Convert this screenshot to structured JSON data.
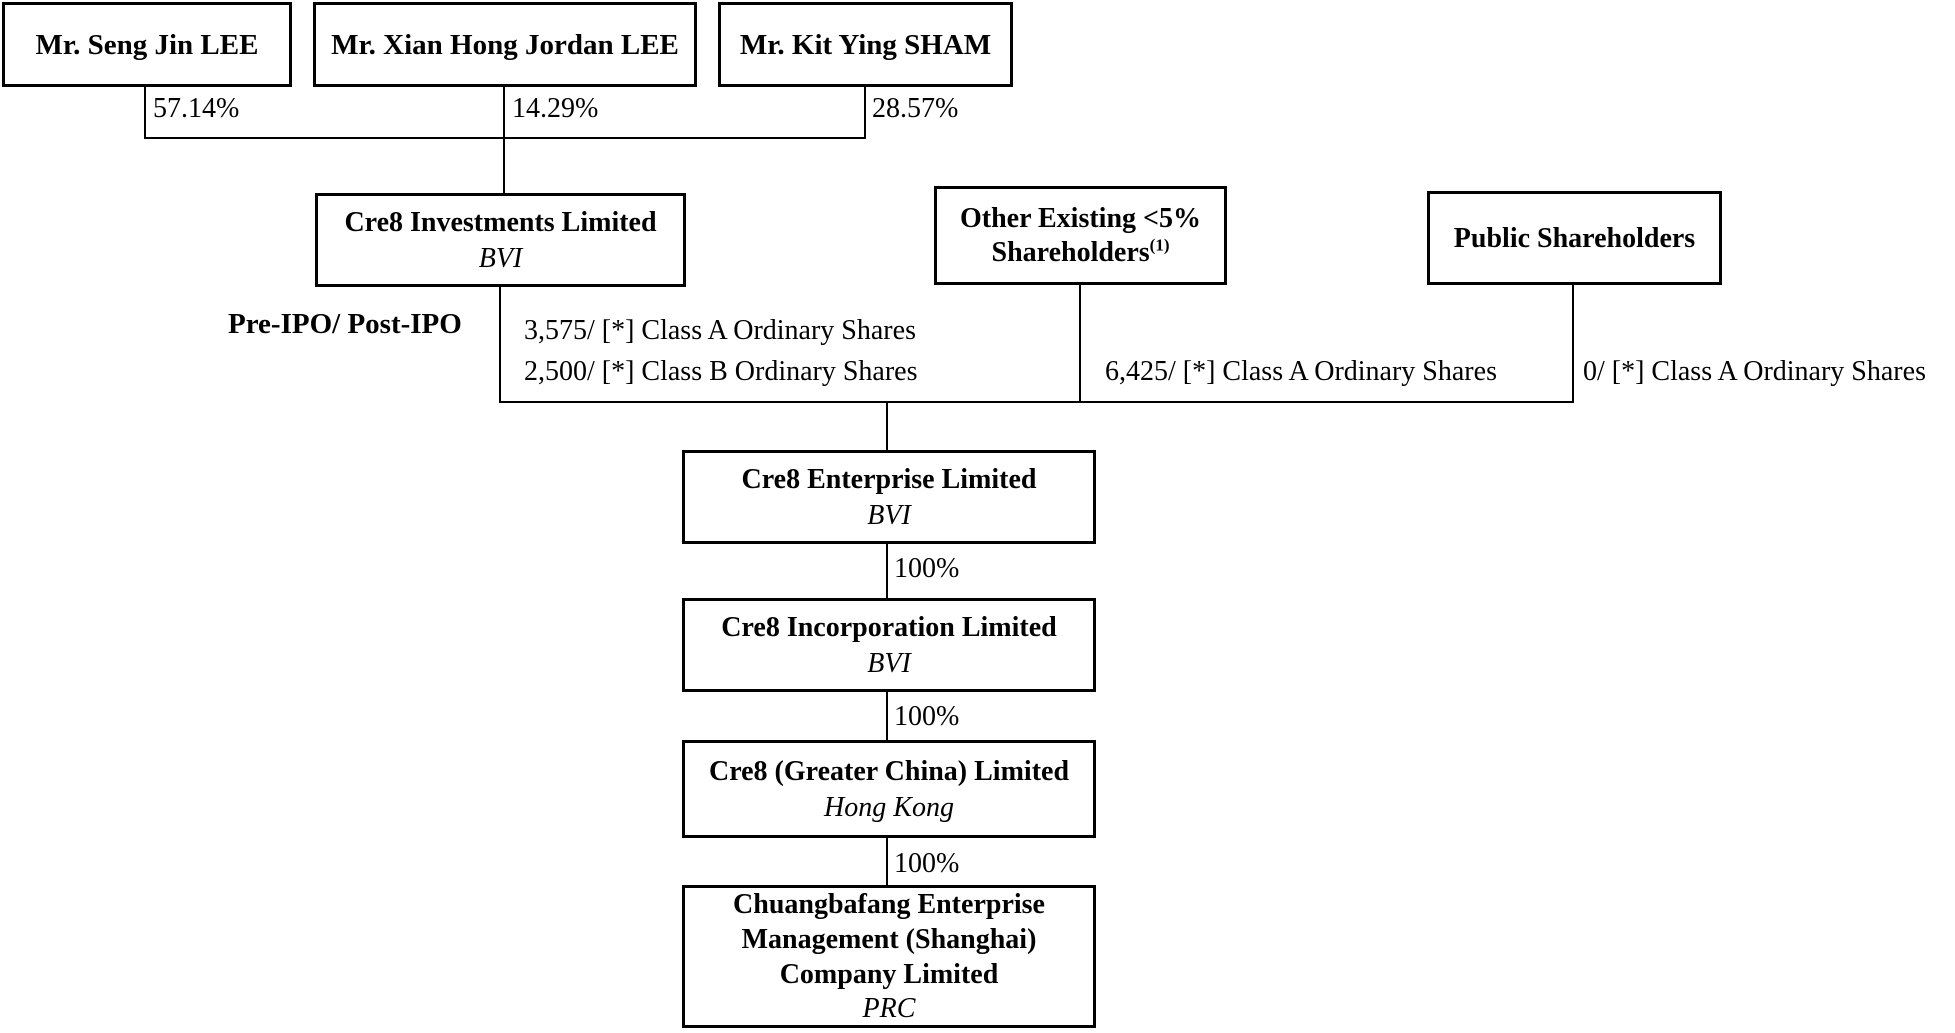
{
  "chart": {
    "person1": {
      "name": "Mr. Seng Jin LEE",
      "ownership": "57.14%"
    },
    "person2": {
      "name": "Mr. Xian Hong Jordan LEE",
      "ownership": "14.29%"
    },
    "person3": {
      "name": "Mr. Kit Ying SHAM",
      "ownership": "28.57%"
    },
    "ipo_label": "Pre-IPO/ Post-IPO",
    "investments": {
      "name": "Cre8 Investments Limited",
      "jurisdiction": "BVI",
      "shares_line1": "3,575/ [*] Class A Ordinary Shares",
      "shares_line2": "2,500/ [*] Class B Ordinary Shares"
    },
    "other_existing": {
      "name_line1": "Other Existing <5%",
      "name_line2": "Shareholders",
      "footnote": "(1)",
      "shares": "6,425/ [*] Class A Ordinary Shares"
    },
    "public_shareholders": {
      "name": "Public Shareholders",
      "shares": "0/ [*] Class A Ordinary Shares"
    },
    "enterprise": {
      "name": "Cre8 Enterprise Limited",
      "jurisdiction": "BVI",
      "ownership": "100%"
    },
    "incorporation": {
      "name": "Cre8 Incorporation Limited",
      "jurisdiction": "BVI",
      "ownership": "100%"
    },
    "greater_china": {
      "name": "Cre8 (Greater China) Limited",
      "jurisdiction": "Hong Kong",
      "ownership": "100%"
    },
    "chuangbafang": {
      "name_line1": "Chuangbafang Enterprise",
      "name_line2": "Management (Shanghai)",
      "name_line3": "Company Limited",
      "jurisdiction": "PRC"
    }
  }
}
